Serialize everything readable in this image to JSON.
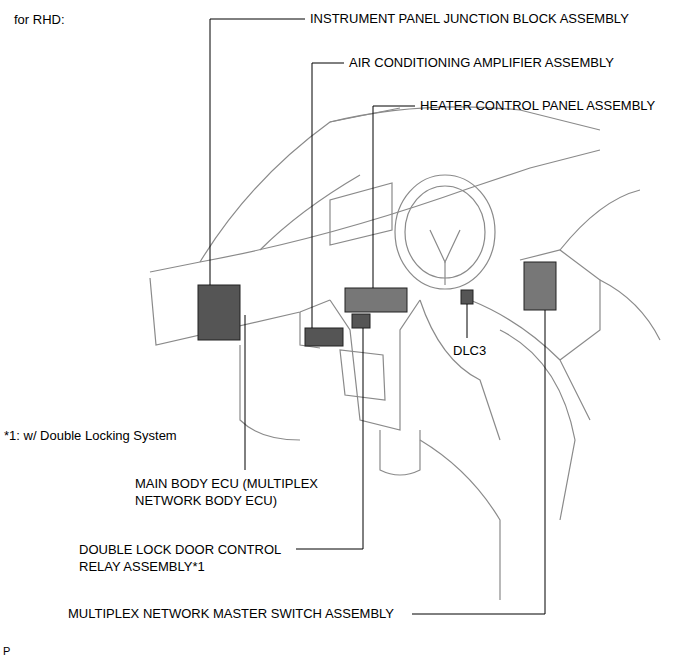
{
  "diagram": {
    "title": "for RHD:",
    "labels": [
      "INSTRUMENT PANEL JUNCTION BLOCK ASSEMBLY",
      "AIR CONDITIONING AMPLIFIER ASSEMBLY",
      "HEATER CONTROL PANEL ASSEMBLY",
      "DLC3",
      "*1: w/ Double Locking System",
      "MAIN BODY ECU (MULTIPLEX NETWORK BODY ECU)",
      "DOUBLE LOCK DOOR CONTROL RELAY ASSEMBLY*1",
      "MULTIPLEX NETWORK MASTER SWITCH ASSEMBLY",
      "P"
    ]
  }
}
